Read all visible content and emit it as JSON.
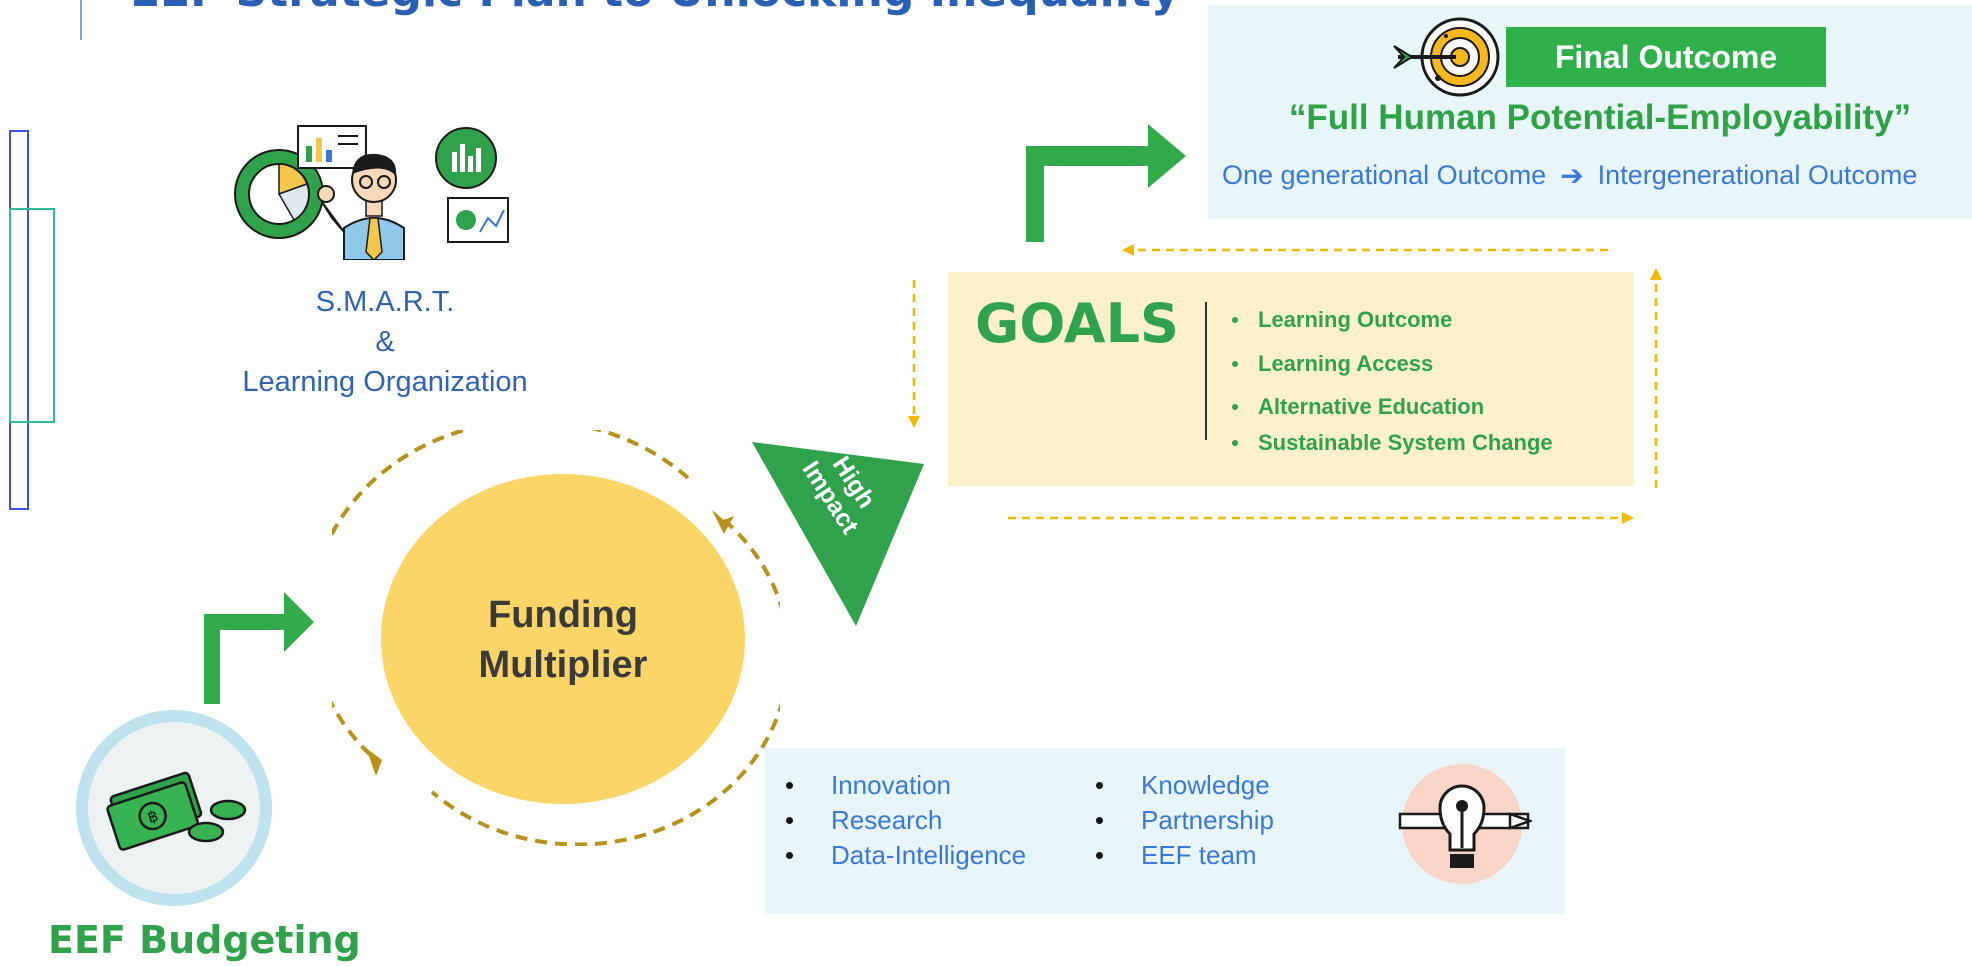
{
  "title": "EEF Strategic Plan to Unlocking Inequality",
  "final_outcome": {
    "badge": "Final Outcome",
    "quote": "“Full Human Potential-Employability”",
    "from": "One generational Outcome",
    "to": "Intergenerational Outcome"
  },
  "smart": {
    "line1": "S.M.A.R.T.",
    "line2": "&",
    "line3": "Learning Organization"
  },
  "goals": {
    "title": "GOALS",
    "items": [
      "Learning Outcome",
      "Learning Access",
      "Alternative Education",
      "Sustainable System Change"
    ]
  },
  "funding": {
    "line1": "Funding",
    "line2": "Multiplier"
  },
  "high_impact": {
    "line1": "High",
    "line2": "Impact"
  },
  "enablers": {
    "col1": [
      "Innovation",
      "Research",
      "Data-Intelligence"
    ],
    "col2": [
      "Knowledge",
      "Partnership",
      "EEF team"
    ]
  },
  "budget": {
    "label": "EEF Budgeting"
  },
  "icons": [
    "target-arrow-icon",
    "businessman-charts-icon",
    "money-icon",
    "lightbulb-pencil-icon"
  ],
  "colors": {
    "title_blue": "#2b5fb4",
    "green": "#2fa24b",
    "badge_green": "#2fb04a",
    "funding_yellow": "#fbd567",
    "goals_bg": "#fdf1cc",
    "panel_blue_bg": "#e8f6fa",
    "dashed_gold": "#b8901a",
    "dashed_yellow": "#f5b800",
    "text_blue": "#3a78d8"
  }
}
